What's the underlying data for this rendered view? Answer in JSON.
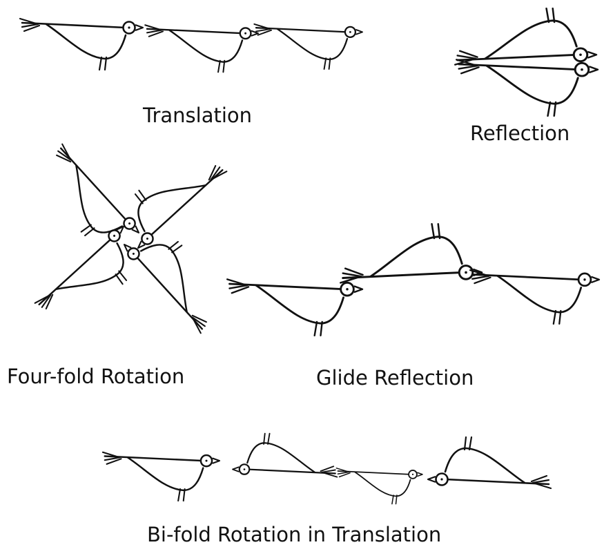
{
  "captions": {
    "translation": "Translation",
    "reflection": "Reflection",
    "four_fold_rotation": "Four-fold Rotation",
    "glide_reflection": "Glide Reflection",
    "bi_fold_rotation_in_translation": "Bi-fold Rotation in Translation"
  },
  "stroke_color": "#111111",
  "background_color": "#ffffff"
}
